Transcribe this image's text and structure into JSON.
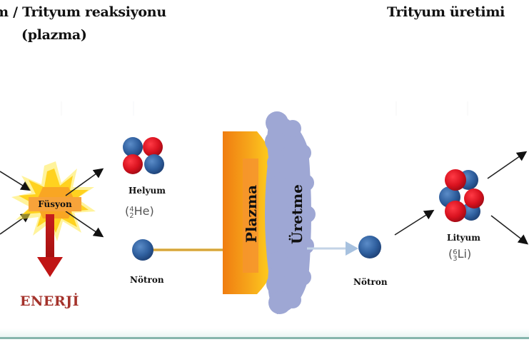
{
  "titles": {
    "left_line1": "m / Trityum reaksiyonu",
    "left_line2": "(plazma)",
    "right": "Trityum üretimi"
  },
  "fusion": {
    "label": "Füsyon",
    "energy_label": "ENERJİ"
  },
  "helium": {
    "name": "Helyum",
    "mass_number": "4",
    "atomic_number": "2",
    "symbol": "He"
  },
  "neutron_left": {
    "name": "Nötron"
  },
  "plasma": {
    "label": "Plazma"
  },
  "breeding": {
    "label": "Üretme"
  },
  "neutron_right": {
    "name": "Nötron"
  },
  "lithium": {
    "name": "Lityum",
    "mass_number": "6",
    "atomic_number": "3",
    "symbol": "Li"
  },
  "colors": {
    "proton": "#d9121f",
    "neutron": "#2f5f9e",
    "plasma_orange": "#f28a12",
    "plasma_yellow": "#ffe81a",
    "blanket": "#9ea7d4",
    "energy": "#a4322b",
    "fusion_box": "#f7a33a",
    "rule": "#86b5ad"
  }
}
